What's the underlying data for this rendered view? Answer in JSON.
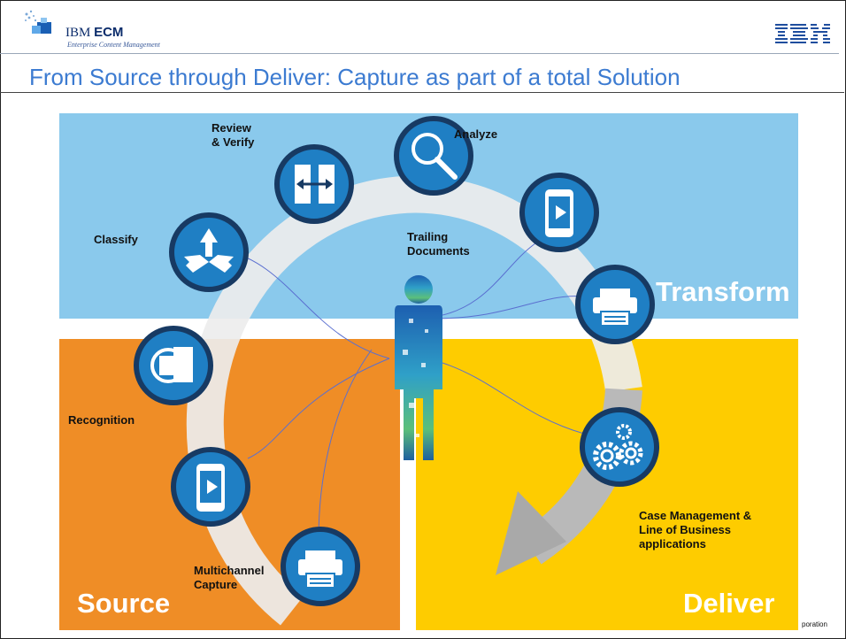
{
  "header": {
    "product_prefix": "IBM",
    "product_name": "ECM",
    "product_subtitle": "Enterprise Content Management",
    "corp_logo": "IBM"
  },
  "slide": {
    "title": "From Source through Deliver: Capture as part of  a total Solution"
  },
  "quadrants": {
    "transform": "Transform",
    "source": "Source",
    "deliver": "Deliver"
  },
  "steps": {
    "review_verify": "Review\n& Verify",
    "analyze": "Analyze",
    "classify": "Classify",
    "trailing_documents": "Trailing\nDocuments",
    "recognition": "Recognition",
    "multichannel_capture": "Multichannel\nCapture",
    "case_management": "Case Management &\nLine of Business\napplications"
  },
  "icons": {
    "review_verify": "document-compare-icon",
    "analyze": "magnifier-icon",
    "classify": "split-arrows-icon",
    "mobile_top": "mobile-play-icon",
    "print_top": "printer-icon",
    "recognition": "recognition-document-icon",
    "mobile_source": "mobile-play-icon",
    "print_source": "printer-icon",
    "gears": "gears-icon",
    "person": "person-figure"
  },
  "colors": {
    "transform_bg": "#8ac9ec",
    "source_bg": "#ef8d26",
    "deliver_bg": "#fecc00",
    "circle_fill": "#1f7fc4",
    "circle_ring": "#173a63",
    "title": "#3c7bd1"
  },
  "footer": {
    "copyright_fragment": "poration"
  }
}
